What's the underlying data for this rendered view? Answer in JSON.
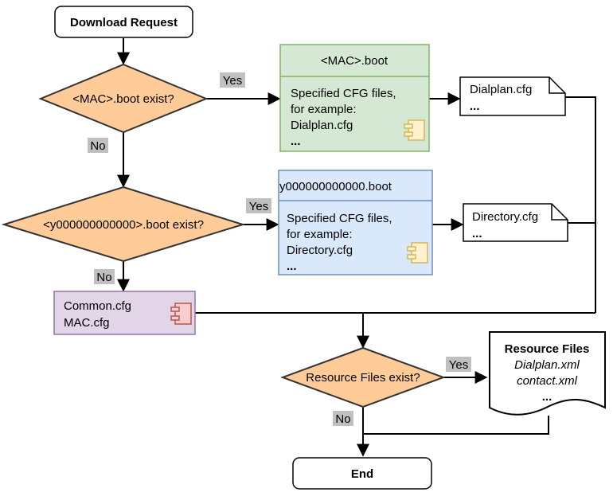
{
  "start": {
    "label": "Download Request"
  },
  "end": {
    "label": "End"
  },
  "decisions": {
    "mac_boot": {
      "label": "<MAC>.boot exist?"
    },
    "y_boot": {
      "label": "<y000000000000>.boot exist?"
    },
    "resource": {
      "label": "Resource Files exist?"
    }
  },
  "branches": {
    "yes": "Yes",
    "no": "No"
  },
  "mac_boot_box": {
    "title": "<MAC>.boot",
    "lines": [
      "Specified CFG files,",
      "for example:",
      "Dialplan.cfg",
      "..."
    ]
  },
  "y_boot_box": {
    "title": "y000000000000.boot",
    "lines": [
      "Specified CFG files,",
      "for example:",
      "Directory.cfg",
      "..."
    ]
  },
  "common_box": {
    "lines": [
      "Common.cfg",
      "MAC.cfg"
    ]
  },
  "docs": {
    "dialplan": {
      "lines": [
        "Dialplan.cfg",
        "..."
      ]
    },
    "directory": {
      "lines": [
        "Directory.cfg",
        "..."
      ]
    }
  },
  "resource_doc": {
    "title": "Resource Files",
    "lines": [
      "Dialplan.xml",
      "contact.xml",
      "..."
    ]
  },
  "colors": {
    "decision_fill": "#FFCC99",
    "green_fill": "#D5E8D4",
    "green_stroke": "#82B366",
    "blue_fill": "#DAE8FC",
    "blue_stroke": "#6C8EBF",
    "purple_fill": "#E1D5E7",
    "purple_stroke": "#9673A6",
    "component_yellow": "#FFF2CC",
    "component_yellow_stroke": "#D6B656",
    "component_red": "#F8CECC",
    "component_red_stroke": "#B85450",
    "tag_bg": "#C0C0C0"
  }
}
